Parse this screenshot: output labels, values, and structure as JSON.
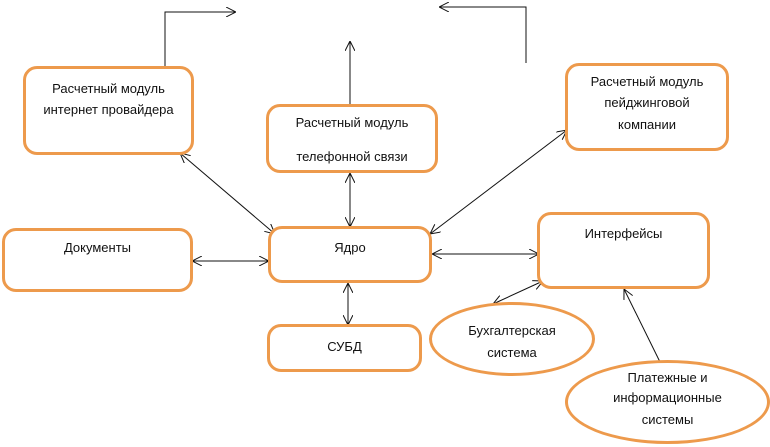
{
  "colors": {
    "node_border": "#ed9a4c",
    "arrow": "#111111",
    "background": "#ffffff"
  },
  "nodes": {
    "isp": {
      "line1": "Расчетный модуль",
      "line2": "интернет провайдера"
    },
    "telephony": {
      "line1": "Расчетный модуль",
      "line2": "телефонной связи"
    },
    "paging": {
      "line1": "Расчетный модуль",
      "line2": "пейджинговой",
      "line3": "компании"
    },
    "documents": {
      "label": "Документы"
    },
    "core": {
      "label": "Ядро"
    },
    "interfaces": {
      "label": "Интерфейсы"
    },
    "dbms": {
      "label": "СУБД"
    },
    "accounting": {
      "line1": "Бухгалтерская",
      "line2": "система"
    },
    "payment": {
      "line1": "Платежные и",
      "line2": "информационные",
      "line3": "системы"
    }
  }
}
